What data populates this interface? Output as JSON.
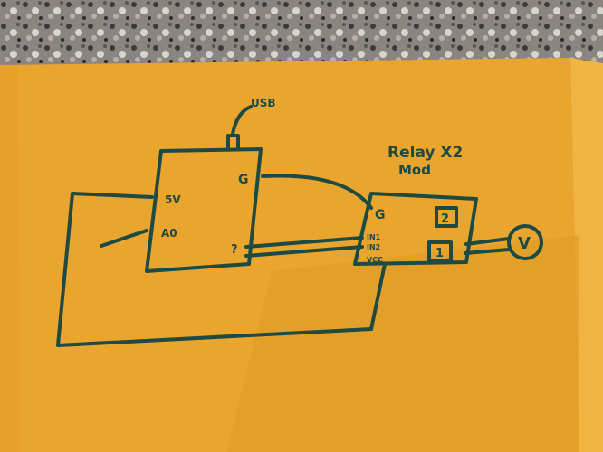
{
  "diagram": {
    "microcontroller": {
      "usb_label": "USB",
      "pins": {
        "gnd": "G",
        "five_v": "5V",
        "analog": "A0",
        "digital": "?"
      }
    },
    "relay_module": {
      "title_line1": "Relay X2",
      "title_line2": "Mod",
      "pins": {
        "gnd": "G",
        "in1": "IN1",
        "in2": "IN2",
        "vcc": "VCC"
      },
      "relays": [
        "2",
        "1"
      ]
    },
    "load": {
      "label": "V"
    }
  },
  "colors": {
    "paper": "#e9a52d",
    "ink": "#1d4a43",
    "counter": "#7b7672"
  }
}
